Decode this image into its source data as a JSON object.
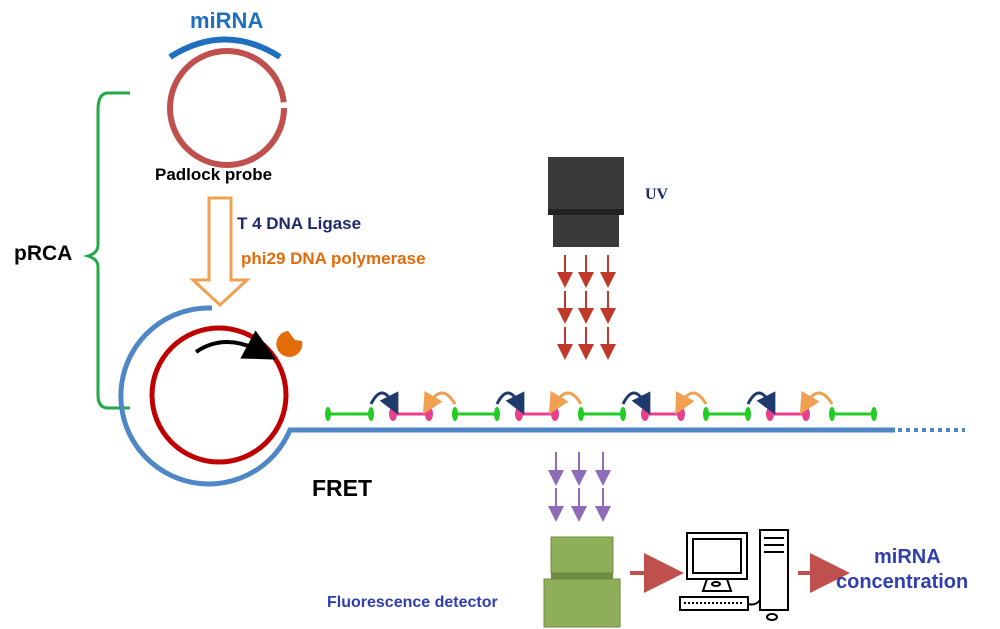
{
  "labels": {
    "mirna_top": "miRNA",
    "padlock": "Padlock probe",
    "ligase": "T 4 DNA  Ligase",
    "polymerase": "phi29 DNA polymerase",
    "prca": "pRCA",
    "uv": "UV",
    "fret": "FRET",
    "detector": "Fluorescence  detector",
    "result_line1": "miRNA",
    "result_line2": "concentration"
  },
  "colors": {
    "mirna_arc": "#1f6fc0",
    "padlock_ring": "#c0504d",
    "bracket": "#22aa44",
    "hollow_arrow": "#f0a050",
    "product_strand": "#4f86c6",
    "template_ring": "#c00000",
    "polymerase": "#e36c09",
    "uv_lamp": "#3a3a3a",
    "uv_arrows": "#c0392b",
    "green_probe": "#22cc22",
    "pink_probe": "#e8408f",
    "navy_transfer": "#1f3b6e",
    "orange_transfer": "#f0a050",
    "emission_arrows": "#8e6cb8",
    "detector": "#8fae5a",
    "flow_arrow": "#c0504d",
    "blue_text": "#2f3fae",
    "navy_text": "#1f2a6e",
    "orange_text": "#e36c09"
  },
  "icons": [
    "uv-lamp-icon",
    "fluorescence-detector-icon",
    "computer-icon",
    "polymerase-icon"
  ]
}
